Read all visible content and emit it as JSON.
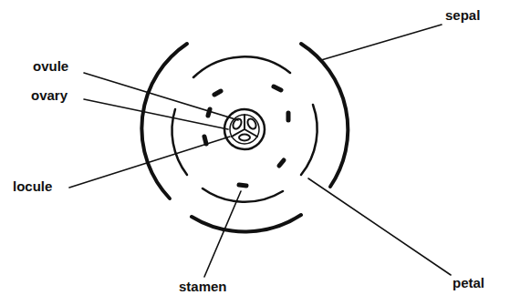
{
  "diagram": {
    "labels": [
      "ovule",
      "ovary",
      "locule",
      "stamen",
      "sepal",
      "petal"
    ]
  }
}
